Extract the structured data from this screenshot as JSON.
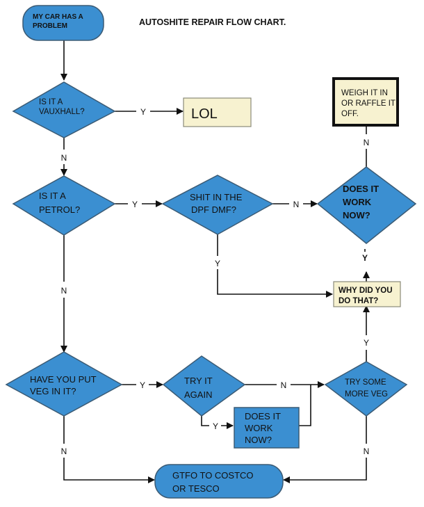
{
  "title": "AUTOSHITE REPAIR FLOW CHART.",
  "nodes": {
    "start": [
      "MY CAR HAS A",
      "PROBLEM"
    ],
    "is_vauxhall": [
      "IS IT A",
      "VAUXHALL?"
    ],
    "lol": [
      "LOL"
    ],
    "is_petrol": [
      "IS IT A",
      "PETROL?"
    ],
    "dpf_dmf": [
      "SHIT IN THE",
      "DPF DMF?"
    ],
    "does_it_work_top": [
      "DOES IT",
      "WORK",
      "NOW?"
    ],
    "weigh_it_in": [
      "WEIGH IT IN",
      "OR RAFFLE IT",
      "OFF."
    ],
    "why_did_you": [
      "WHY DID YOU",
      "DO THAT?"
    ],
    "veg_in_it": [
      "HAVE YOU PUT",
      "VEG IN IT?"
    ],
    "try_again": [
      "TRY IT",
      "AGAIN"
    ],
    "does_it_work_bottom": [
      "DOES IT",
      "WORK",
      "NOW?"
    ],
    "more_veg": [
      "TRY SOME",
      "MORE VEG"
    ],
    "costco": [
      "GTFO TO COSTCO",
      "OR TESCO"
    ]
  },
  "edge_labels": {
    "yes": "Y",
    "no": "N"
  },
  "colors": {
    "node_fill": "#3b8fd1",
    "note_fill": "#f7f2d0",
    "line": "#111111"
  }
}
